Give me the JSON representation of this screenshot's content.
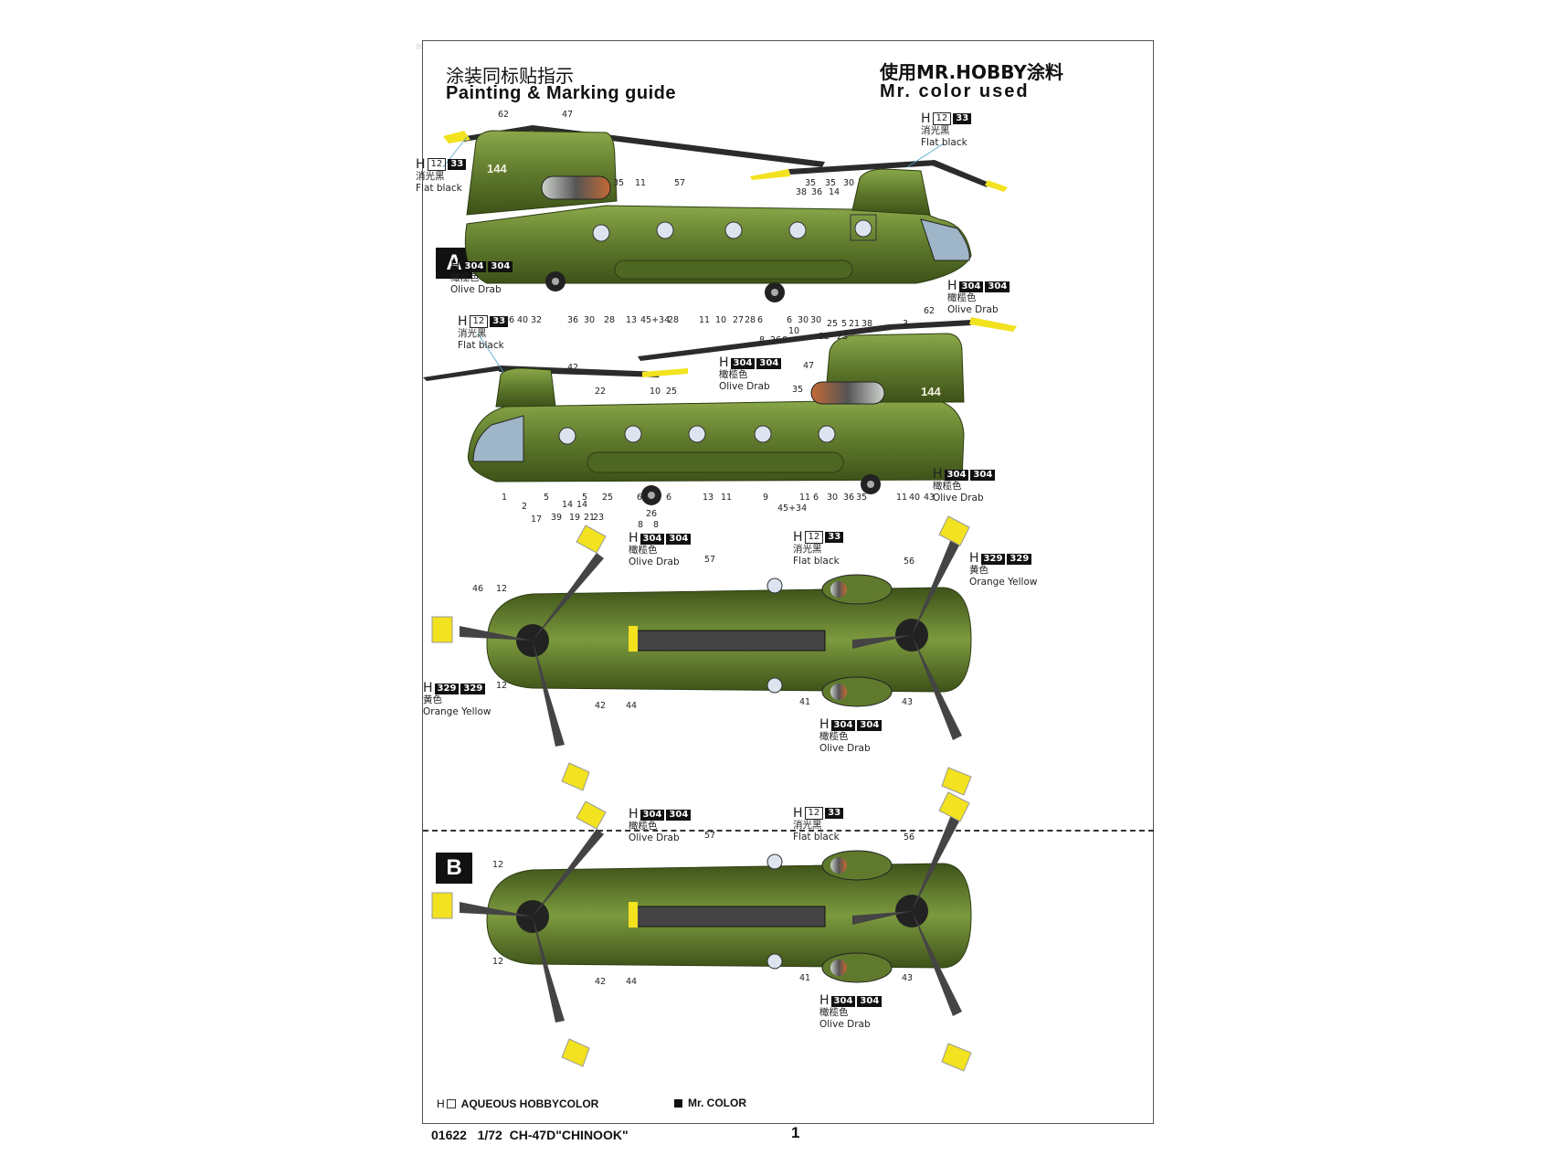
{
  "header": {
    "title_cn": "涂装同标贴指示",
    "title_en": "Painting & Marking guide",
    "paint_cn": "使用MR.HOBBY涂料",
    "paint_en": "Mr. color used"
  },
  "schemes": [
    "A",
    "B"
  ],
  "aircraft_number": "144",
  "colors": {
    "olive_drab": "#5f7a2c",
    "flat_black": "#1a1a1a",
    "orange_yellow": "#f2e21f"
  },
  "callouts": {
    "a1_flat_black_left": {
      "h": "H",
      "aqueous": "12",
      "mr": "33",
      "cn": "消光黑",
      "en": "Flat black"
    },
    "a1_flat_black_right": {
      "h": "H",
      "aqueous": "12",
      "mr": "33",
      "cn": "消光黑",
      "en": "Flat black"
    },
    "a1_olive_left": {
      "h": "H",
      "aqueous": "304",
      "mr": "304",
      "cn": "橄榄色",
      "en": "Olive Drab"
    },
    "a1_olive_right": {
      "h": "H",
      "aqueous": "304",
      "mr": "304",
      "cn": "橄榄色",
      "en": "Olive Drab"
    },
    "a2_flat_black": {
      "h": "H",
      "aqueous": "12",
      "mr": "33",
      "cn": "消光黑",
      "en": "Flat black"
    },
    "a2_olive_top": {
      "h": "H",
      "aqueous": "304",
      "mr": "304",
      "cn": "橄榄色",
      "en": "Olive Drab"
    },
    "a2_olive_right": {
      "h": "H",
      "aqueous": "304",
      "mr": "304",
      "cn": "橄榄色",
      "en": "Olive Drab"
    },
    "a3_olive_top": {
      "h": "H",
      "aqueous": "304",
      "mr": "304",
      "cn": "橄榄色",
      "en": "Olive Drab"
    },
    "a3_flat_black": {
      "h": "H",
      "aqueous": "12",
      "mr": "33",
      "cn": "消光黑",
      "en": "Flat black"
    },
    "a3_yellow_right": {
      "h": "H",
      "aqueous": "329",
      "mr": "329",
      "cn": "黄色",
      "en": "Orange Yellow"
    },
    "a3_yellow_left": {
      "h": "H",
      "aqueous": "329",
      "mr": "329",
      "cn": "黄色",
      "en": "Orange Yellow"
    },
    "a3_olive_bottom": {
      "h": "H",
      "aqueous": "304",
      "mr": "304",
      "cn": "橄榄色",
      "en": "Olive Drab"
    },
    "b_olive_top": {
      "h": "H",
      "aqueous": "304",
      "mr": "304",
      "cn": "橄榄色",
      "en": "Olive Drab"
    },
    "b_flat_black": {
      "h": "H",
      "aqueous": "12",
      "mr": "33",
      "cn": "消光黑",
      "en": "Flat black"
    },
    "b_olive_bottom": {
      "h": "H",
      "aqueous": "304",
      "mr": "304",
      "cn": "橄榄色",
      "en": "Olive Drab"
    }
  },
  "part_numbers": {
    "a1_top": [
      "62",
      "47",
      "35",
      "11",
      "57",
      "35",
      "38",
      "36",
      "35",
      "14",
      "30"
    ],
    "a1_bottom": [
      "56",
      "40",
      "32",
      "36",
      "30",
      "28",
      "13",
      "45+34",
      "28",
      "11",
      "10",
      "27",
      "28",
      "6",
      "6",
      "30",
      "30",
      "25",
      "5",
      "21",
      "38",
      "3",
      "10",
      "22",
      "23",
      "8",
      "26",
      "8"
    ],
    "a2_top": [
      "62",
      "42",
      "47",
      "22",
      "10",
      "25",
      "35"
    ],
    "a2_bottom": [
      "1",
      "2",
      "17",
      "5",
      "39",
      "14",
      "19",
      "14",
      "5",
      "21",
      "23",
      "25",
      "6",
      "6",
      "26",
      "8",
      "8",
      "13",
      "11",
      "9",
      "45+34",
      "11",
      "6",
      "30",
      "36",
      "35",
      "11",
      "40",
      "43"
    ],
    "a3": [
      "57",
      "56",
      "46",
      "12",
      "12",
      "42",
      "44",
      "41",
      "43"
    ],
    "b": [
      "57",
      "56",
      "12",
      "12",
      "42",
      "44",
      "41",
      "43"
    ]
  },
  "legend": {
    "aqueous_prefix": "H",
    "aqueous_label": "AQUEOUS HOBBYCOLOR",
    "mr_label": "Mr. COLOR"
  },
  "footer": {
    "kit": "01622   1/72  CH-47D\"CHINOOK\"",
    "page": "1"
  }
}
